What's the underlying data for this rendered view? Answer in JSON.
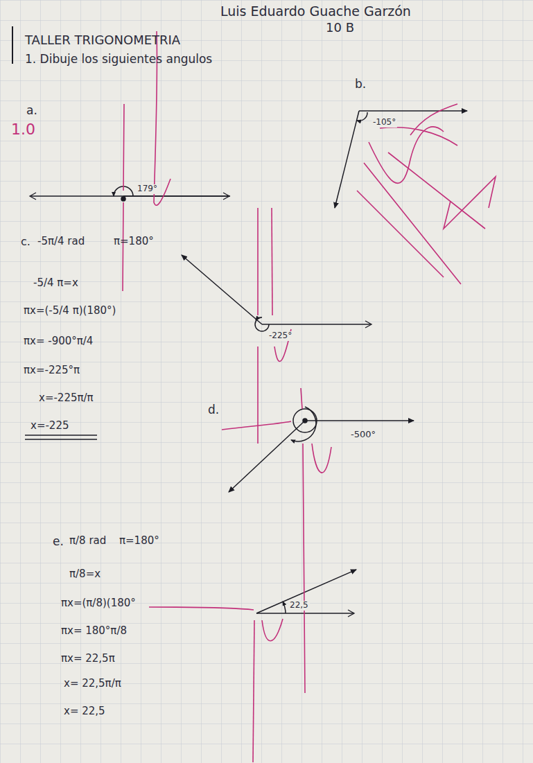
{
  "diagram": {
    "title": "TALLER TRIGONOMETRIA",
    "labels": [
      "Luis Eduardo Guache Garzón",
      "10 B",
      "1. Dibuje los siguientes angulos",
      "a.",
      "1.0",
      "179°",
      "b.",
      "-105°",
      "c.",
      "-5π/4 rad",
      "π=180°",
      "-5/4 π=x",
      "πx=(-5/4 π)(180°)",
      "πx= -900°π/4",
      "πx=-225°π",
      "x=-225π/π",
      "x=-225",
      "-225°",
      "d.",
      "-500°",
      "e.",
      "π/8 rad",
      "π=180°",
      "π/8=x",
      "πx=(π/8)(180°",
      "πx= 180°π/8",
      "πx= 22,5π",
      "x= 22,5π/π",
      "x= 22,5",
      "22,5"
    ]
  }
}
